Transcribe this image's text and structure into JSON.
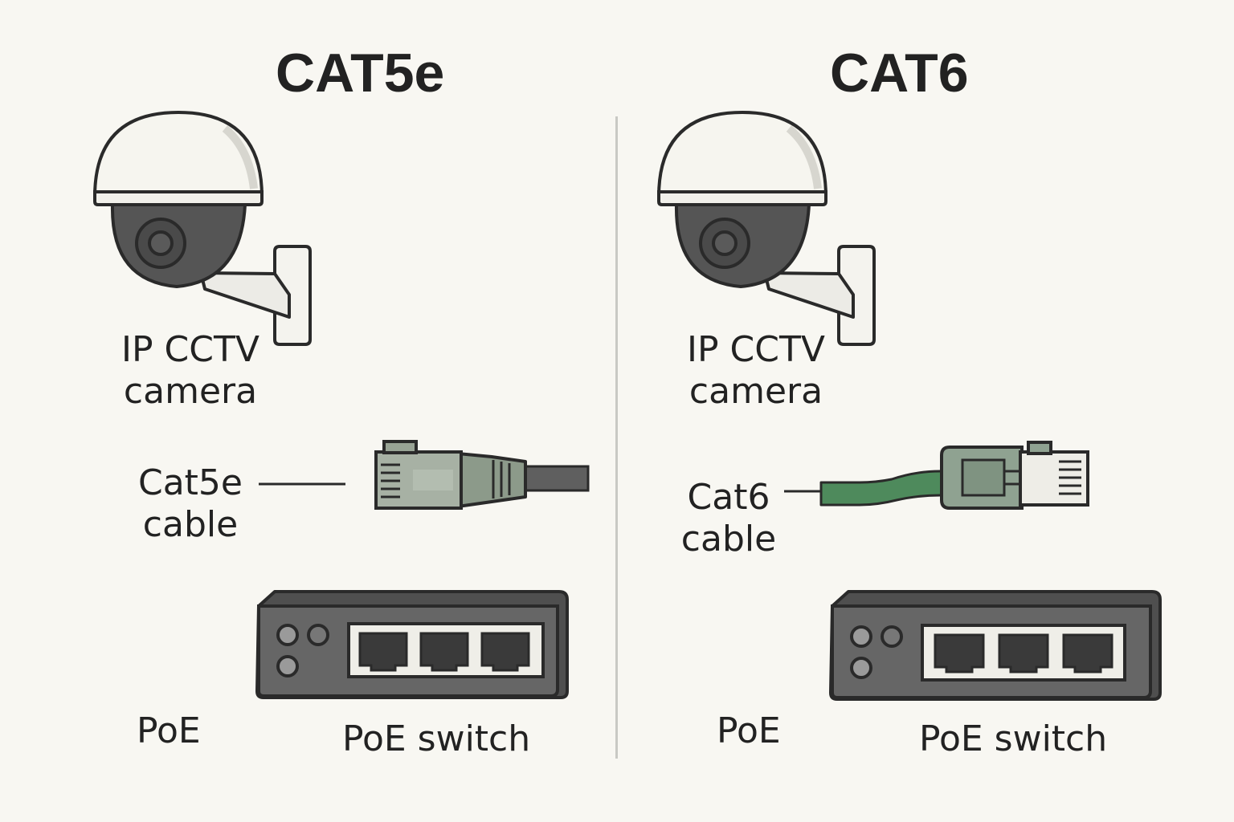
{
  "panels": [
    {
      "heading": "CAT5e",
      "camera_label_line1": "IP CCTV",
      "camera_label_line2": "camera",
      "cable_label_line1": "Cat5e",
      "cable_label_line2": "cable",
      "poe_label": "PoE",
      "switch_label": "PoE switch",
      "cable_color": "#5f5f5f",
      "connector_color": "#8c9a8a"
    },
    {
      "heading": "CAT6",
      "camera_label_line1": "IP CCTV",
      "camera_label_line2": "camera",
      "cable_label_line1": "Cat6",
      "cable_label_line2": "cable",
      "poe_label": "PoE",
      "switch_label": "PoE switch",
      "cable_color": "#4e8a5c",
      "connector_color": "#8fa291"
    }
  ],
  "colors": {
    "background": "#f8f7f2",
    "outline": "#2a2a2a",
    "dome_white": "#f6f5ef",
    "camera_body": "#555555",
    "switch_body": "#666666",
    "divider": "#c9c9c4"
  },
  "icons": [
    "dome-camera-icon",
    "rj45-connector-icon",
    "poe-switch-icon"
  ]
}
